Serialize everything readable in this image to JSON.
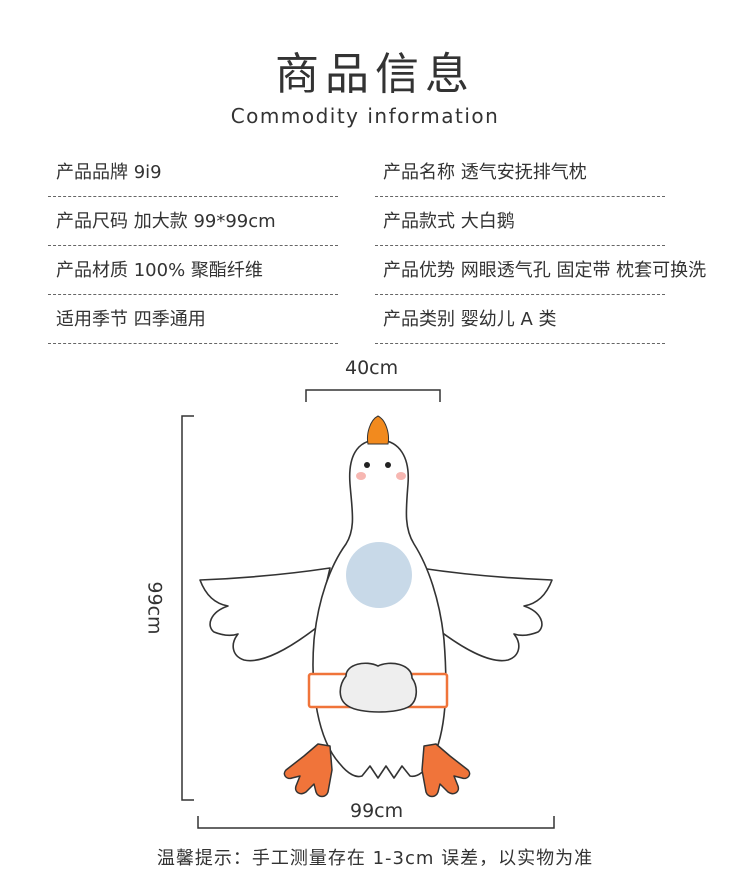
{
  "header": {
    "title": "商品信息",
    "subtitle": "Commodity information"
  },
  "specs": [
    {
      "text": "产品品牌  9i9"
    },
    {
      "text": "产品名称  透气安抚排气枕"
    },
    {
      "text": "产品尺码  加大款  99*99cm"
    },
    {
      "text": "产品款式  大白鹅"
    },
    {
      "text": "产品材质  100% 聚酯纤维"
    },
    {
      "text": "产品优势  网眼透气孔 固定带 枕套可换洗"
    },
    {
      "text": "适用季节  四季通用"
    },
    {
      "text": "产品类别  婴幼儿 A 类"
    }
  ],
  "dimensions": {
    "neck_width": "40cm",
    "height": "99cm",
    "width": "99cm"
  },
  "footer": {
    "note": "温馨提示：手工测量存在 1-3cm 误差，以实物为准"
  },
  "colors": {
    "orange": "#f0743a",
    "beak": "#f28a1e",
    "vent_circle": "#c8d9e8",
    "cheek": "#f7b7b2",
    "outline": "#333333"
  }
}
